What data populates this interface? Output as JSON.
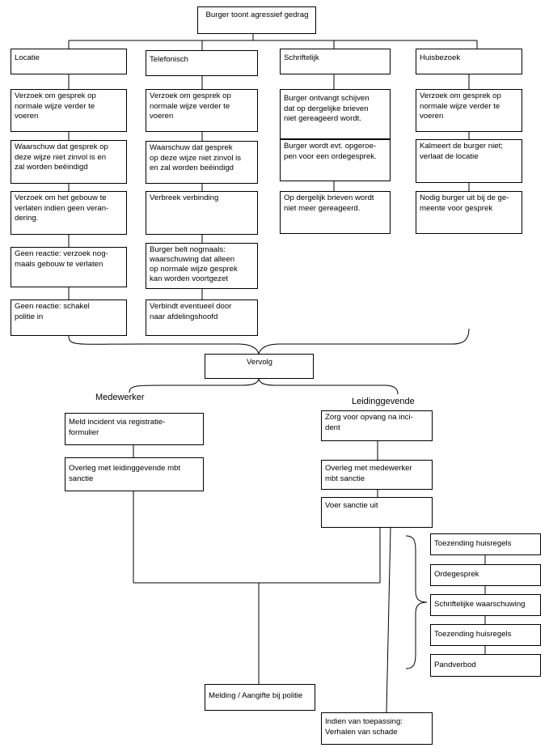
{
  "root": "Burger toont agressief gedrag",
  "columns": {
    "locatie": {
      "header": "Locatie",
      "steps": [
        "Verzoek om gesprek op\nnormale wijze verder te\nvoeren",
        "Waarschuw dat gesprek op\ndeze wijze niet zinvol is en\nzal worden beëindigd",
        "Verzoek om het gebouw te\nverlaten indien geen veran-\ndering.",
        "Geen reactie: verzoek nog-\nmaals gebouw te verlaten",
        "Geen reactie: schakel\npolitie in"
      ]
    },
    "telefonisch": {
      "header": "Telefonisch",
      "steps": [
        "Verzoek om gesprek op\nnormale wijze verder te\nvoeren",
        "Waarschuw dat gesprek\nop deze wijze niet zinvol is\nen zal worden beëindigd",
        "Verbreek verbinding",
        "Burger belt nogmaals:\nwaarschuwing dat alleen\nop normale wijze gesprek\nkan worden voortgezet",
        "Verbindt eventueel door\nnaar afdelingshoofd"
      ]
    },
    "schriftelijk": {
      "header": "Schriftelijk",
      "steps": [
        "Burger ontvangt schijven\ndat op dergelijke brieven\nniet gereageerd wordt.",
        "Burger wordt evt. opgeroe-\npen voor een ordegesprek.",
        "Op dergelijk brieven wordt\nniet meer gereageerd."
      ]
    },
    "huisbezoek": {
      "header": "Huisbezoek",
      "steps": [
        "Verzoek om gesprek op\nnormale wijze verder te\nvoeren",
        "Kalmeert de burger niet;\nverlaat de locatie",
        "Nodig burger uit bij de ge-\nmeente voor gesprek"
      ]
    }
  },
  "vervolg": "Vervolg",
  "medewerker": {
    "label": "Medewerker",
    "steps": [
      "Meld incident via registratie-\nformulier",
      "Overleg met leidinggevende mbt\nsanctie"
    ]
  },
  "leidinggevende": {
    "label": "Leidinggevende",
    "steps": [
      "Zorg voor opvang na inci-\ndent",
      "Overleg met medewerker\nmbt sanctie",
      "Voer sanctie uit"
    ]
  },
  "sancties": [
    "Toezending huisregels",
    "Ordegesprek",
    "Schriftelijke waarschuwing",
    "Toezending huisregels",
    "Pandverbod"
  ],
  "melding": "Melding / Aangifte bij politie",
  "schade": "Indien van toepassing:\nVerhalen van schade"
}
